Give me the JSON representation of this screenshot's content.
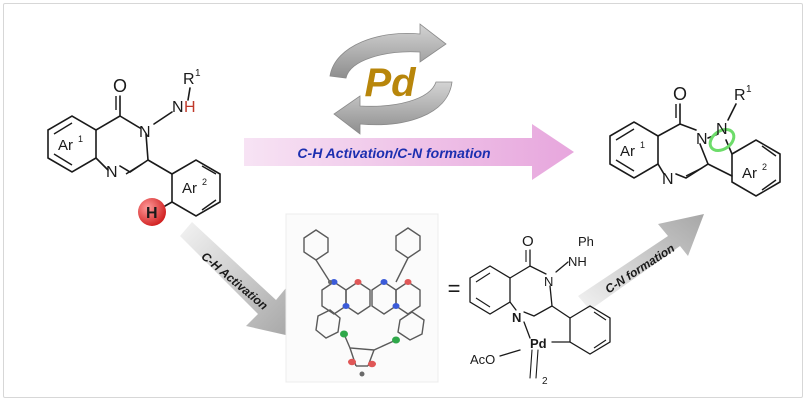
{
  "catalyst": {
    "label": "Pd"
  },
  "main_arrow": {
    "label": "C-H Activation/C-N formation"
  },
  "lower_left_arrow": {
    "label": "C-H Activation"
  },
  "lower_right_arrow": {
    "label": "C-N formation"
  },
  "equals": {
    "label": "="
  },
  "reactant": {
    "carbonyl_o": "O",
    "n3": "N",
    "nh_n": "N",
    "nh_h": "H",
    "r1_label": "R",
    "r1_sup": "1",
    "n1": "N",
    "ring1_label": "Ar",
    "ring1_sup": "1",
    "ring2_label": "Ar",
    "ring2_sup": "2",
    "ch_h": "H"
  },
  "product": {
    "carbonyl_o": "O",
    "n_ring": "N",
    "n_ring2": "N",
    "r1_label": "R",
    "r1_sup": "1",
    "n_bottom": "N",
    "ring1_label": "Ar",
    "ring1_sup": "1",
    "ring2_label": "Ar",
    "ring2_sup": "2"
  },
  "intermediate": {
    "carbonyl_o": "O",
    "ph": "Ph",
    "nh": "NH",
    "n_upper": "N",
    "n_lower": "N",
    "pd": "Pd",
    "aco": "AcO",
    "sub2": "2"
  },
  "colors": {
    "catalyst_gold": "#b8860b",
    "arrow_grey": "#9a9a9a",
    "arrow_pink": "#f1c6ea",
    "h_red": "#e23b3b",
    "highlight_green": "#6ddc6a",
    "nh_red": "#c0392b"
  }
}
